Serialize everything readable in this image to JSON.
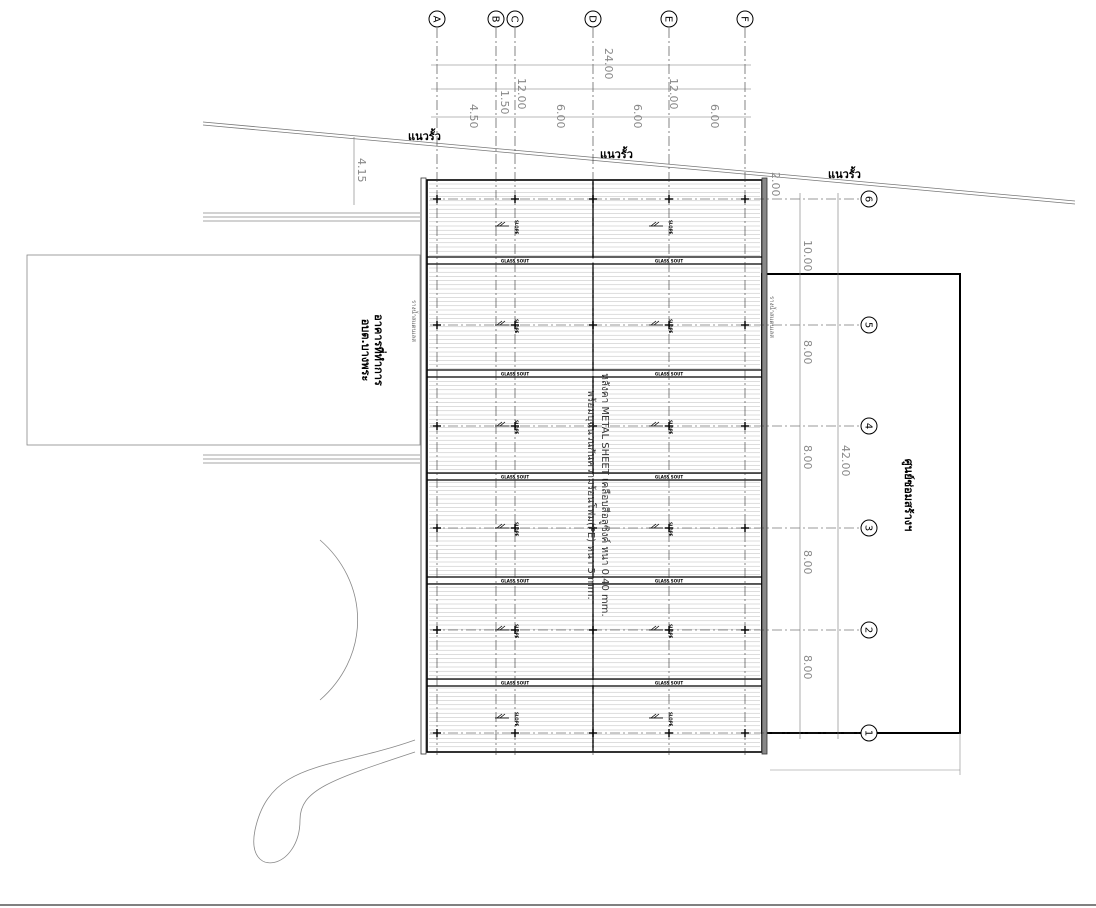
{
  "grid_columns": [
    "A",
    "B",
    "C",
    "D",
    "E",
    "F"
  ],
  "grid_rows": [
    "6",
    "5",
    "4",
    "3",
    "2",
    "1"
  ],
  "dimensions_top": {
    "overall": "24.00",
    "halves": [
      "12.00",
      "12.00"
    ],
    "bays": [
      "4.50",
      "1.50",
      "6.00",
      "6.00",
      "6.00"
    ]
  },
  "dimensions_right": {
    "overall": "42.00",
    "bays": [
      "10.00",
      "8.00",
      "8.00",
      "8.00",
      "8.00"
    ],
    "offset": "2.00"
  },
  "dimension_left": "4.15",
  "fence_label": "แนวรั้ว",
  "gutter_label": "รางน้ำสแตนเลส",
  "glass_label": "GLASS SOUT",
  "slope_label": "SLOPE",
  "roof_note": [
    "หลังคา METAL SHEET เคลือบสีอลูซิงค์ หนา 0.40 mm.",
    "พร้อมบุฉนวนกันความร้อนโฟม(PE) หนา 5 mm."
  ],
  "left_building": [
    "อาคารที่ทำการ",
    "อบต.บางพระ"
  ],
  "right_building": "ศูนย์ซ่อมสร้างฯ"
}
